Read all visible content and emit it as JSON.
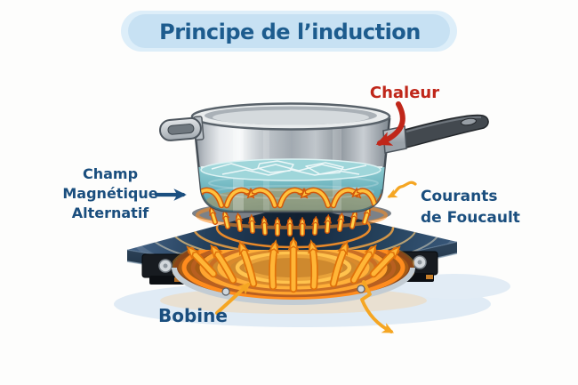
{
  "title": "Principe de l’induction",
  "labels": {
    "chaleur": "Chaleur",
    "champ_line1": "Champ",
    "champ_line2": "Magnétique",
    "champ_line3": "Alternatif",
    "courants_line1": "Courants",
    "courants_line2": "de Foucault",
    "bobine": "Bobine"
  },
  "colors": {
    "title_navy": "#1d5c8e",
    "label_navy": "#1a4e7e",
    "heat_red": "#c0271a",
    "annotation_yellow": "#f5a623",
    "arrow_orange": "#ffb637",
    "arrow_outline": "#e0720a",
    "banner_blue": "#c7e1f3",
    "stove_navy": "#16293f",
    "coil_copper": "#ff9a28",
    "water_teal": "#5ba9b5"
  }
}
